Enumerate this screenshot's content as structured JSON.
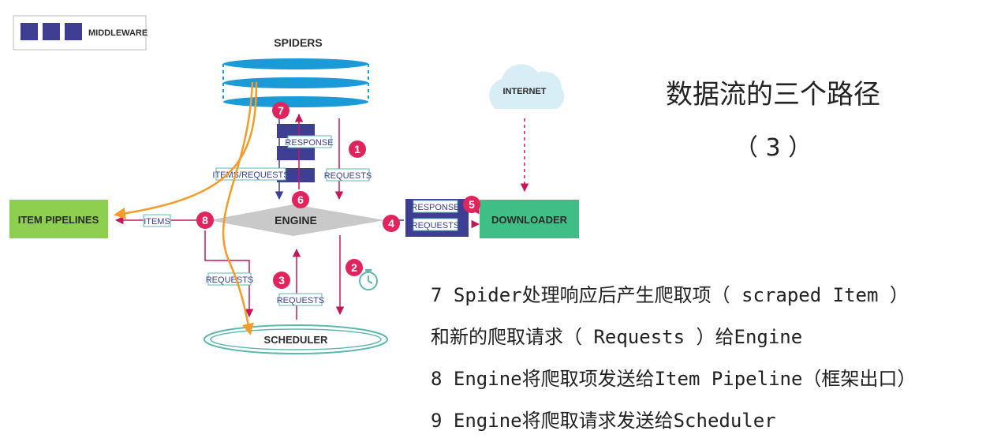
{
  "diagram": {
    "legend_label": "MIDDLEWARE",
    "spiders": "SPIDERS",
    "engine": "ENGINE",
    "scheduler": "SCHEDULER",
    "downloader": "DOWNLOADER",
    "item_pipelines": "ITEM PIPELINES",
    "internet": "INTERNET",
    "tags": {
      "response_top": "RESPONSE",
      "requests_top": "REQUESTS",
      "items_requests": "ITEMS/REQUESTS",
      "items": "ITEMS",
      "requests_left": "REQUESTS",
      "requests_sched": "REQUESTS",
      "response_dl": "RESPONSE",
      "requests_dl": "REQUESTS"
    },
    "steps": [
      "1",
      "2",
      "3",
      "4",
      "5",
      "6",
      "7",
      "8"
    ],
    "colors": {
      "spiders_blue": "#1a9ad6",
      "middleware_purple": "#3e3f93",
      "step_pink": "#e0245e",
      "pipeline_green": "#8fcf4f",
      "downloader_green": "#3fbf85",
      "engine_gray": "#c9c9c9",
      "highlight_orange": "#f39c2a",
      "scheduler_teal": "#5fb8b0"
    }
  },
  "title": "数据流的三个路径",
  "subtitle": "（ 3 ）",
  "explanations": {
    "s7a": "7 Spider处理响应后产生爬取项（ scraped Item ）",
    "s7b": "和新的爬取请求（ Requests ）给Engine",
    "s8": "8 Engine将爬取项发送给Item Pipeline（框架出口）",
    "s9": "9 Engine将爬取请求发送给Scheduler"
  }
}
